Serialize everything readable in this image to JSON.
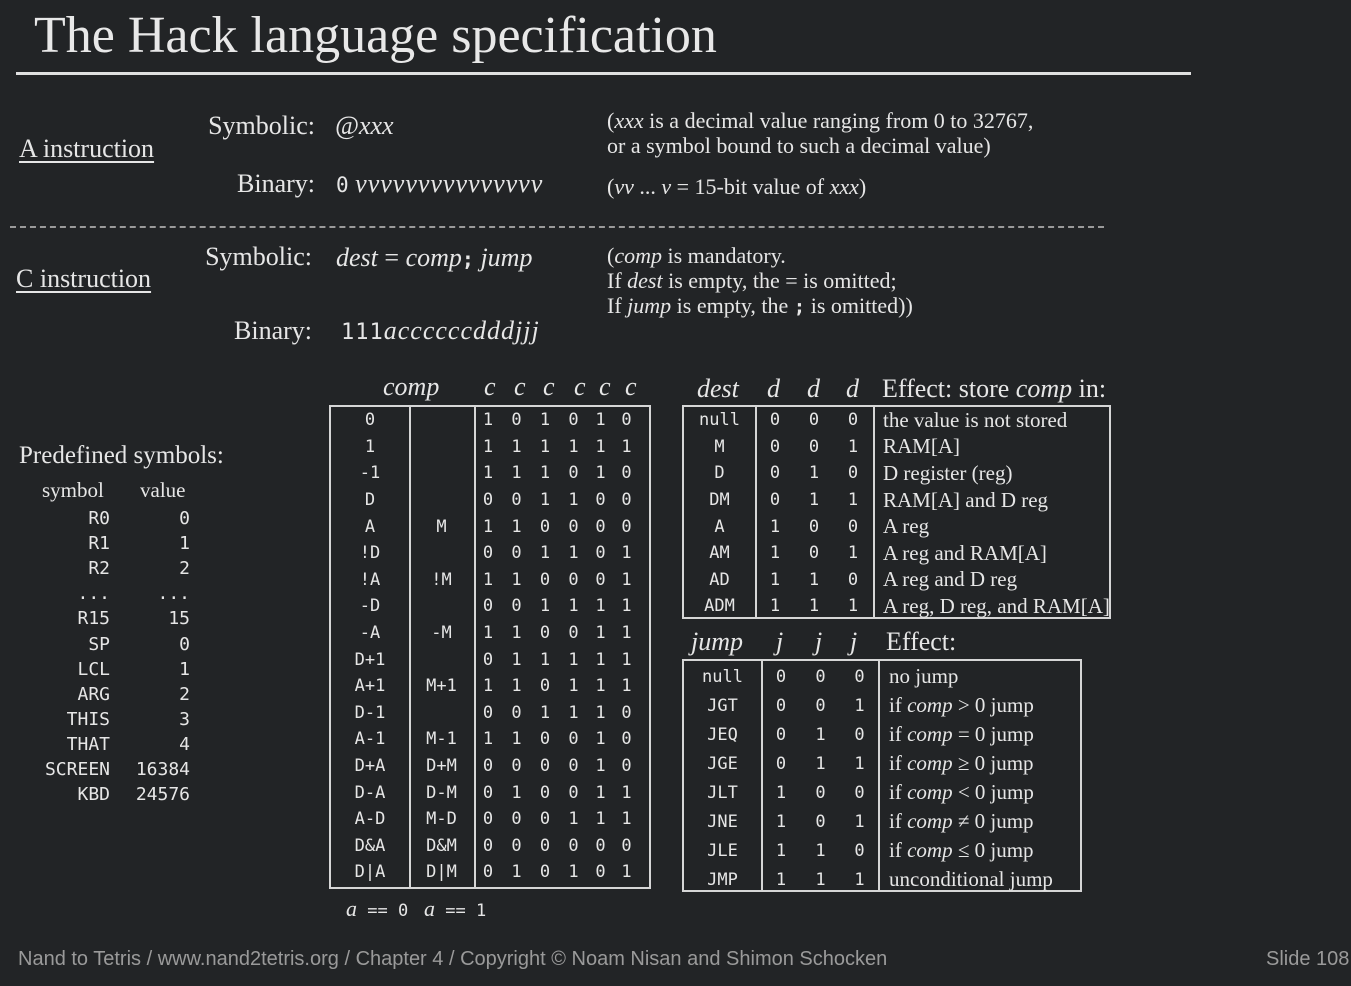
{
  "title": "The Hack language specification",
  "a_instruction": {
    "heading": "A instruction",
    "symbolic_label": "Symbolic:",
    "symbolic_value": "@xxx",
    "binary_label": "Binary:",
    "binary_prefix": "0",
    "binary_value": "vvvvvvvvvvvvvvv",
    "note1_a": "xxx",
    "note1_b": " is a decimal value ranging from 0 to 32767,",
    "note2": "or a symbol bound to such a decimal value)",
    "note3_a": "vv",
    "note3_b": " ... ",
    "note3_c": "v",
    "note3_d": " = 15-bit value of ",
    "note3_e": "xxx"
  },
  "c_instruction": {
    "heading": "C instruction",
    "symbolic_label": "Symbolic:",
    "sym_dest": "dest",
    "sym_eq": " = ",
    "sym_comp": "comp",
    "sym_semi": ";",
    "sym_jump": "jump",
    "binary_label": "Binary:",
    "binary_prefix": "111",
    "binary_value": "accccccdddjjj",
    "note1_a": "comp",
    "note1_b": " is mandatory.",
    "note2_a": "If ",
    "note2_b": "dest",
    "note2_c": " is empty, the = is omitted;",
    "note3_a": "If ",
    "note3_b": "jump",
    "note3_c": " is empty, the ",
    "note3_d": ";",
    "note3_e": " is omitted)"
  },
  "predefined": {
    "heading": "Predefined symbols:",
    "col_symbol": "symbol",
    "col_value": "value",
    "rows": [
      [
        "R0",
        "0"
      ],
      [
        "R1",
        "1"
      ],
      [
        "R2",
        "2"
      ],
      [
        "...",
        "..."
      ],
      [
        "R15",
        "15"
      ],
      [
        "SP",
        "0"
      ],
      [
        "LCL",
        "1"
      ],
      [
        "ARG",
        "2"
      ],
      [
        "THIS",
        "3"
      ],
      [
        "THAT",
        "4"
      ],
      [
        "SCREEN",
        "16384"
      ],
      [
        "KBD",
        "24576"
      ]
    ]
  },
  "comp_table": {
    "head_comp": "comp",
    "head_c": [
      "c",
      "c",
      "c",
      "c",
      "c",
      "c"
    ],
    "rows": [
      [
        "0",
        "",
        "1",
        "0",
        "1",
        "0",
        "1",
        "0"
      ],
      [
        "1",
        "",
        "1",
        "1",
        "1",
        "1",
        "1",
        "1"
      ],
      [
        "-1",
        "",
        "1",
        "1",
        "1",
        "0",
        "1",
        "0"
      ],
      [
        "D",
        "",
        "0",
        "0",
        "1",
        "1",
        "0",
        "0"
      ],
      [
        "A",
        "M",
        "1",
        "1",
        "0",
        "0",
        "0",
        "0"
      ],
      [
        "!D",
        "",
        "0",
        "0",
        "1",
        "1",
        "0",
        "1"
      ],
      [
        "!A",
        "!M",
        "1",
        "1",
        "0",
        "0",
        "0",
        "1"
      ],
      [
        "-D",
        "",
        "0",
        "0",
        "1",
        "1",
        "1",
        "1"
      ],
      [
        "-A",
        "-M",
        "1",
        "1",
        "0",
        "0",
        "1",
        "1"
      ],
      [
        "D+1",
        "",
        "0",
        "1",
        "1",
        "1",
        "1",
        "1"
      ],
      [
        "A+1",
        "M+1",
        "1",
        "1",
        "0",
        "1",
        "1",
        "1"
      ],
      [
        "D-1",
        "",
        "0",
        "0",
        "1",
        "1",
        "1",
        "0"
      ],
      [
        "A-1",
        "M-1",
        "1",
        "1",
        "0",
        "0",
        "1",
        "0"
      ],
      [
        "D+A",
        "D+M",
        "0",
        "0",
        "0",
        "0",
        "1",
        "0"
      ],
      [
        "D-A",
        "D-M",
        "0",
        "1",
        "0",
        "0",
        "1",
        "1"
      ],
      [
        "A-D",
        "M-D",
        "0",
        "0",
        "0",
        "1",
        "1",
        "1"
      ],
      [
        "D&A",
        "D&M",
        "0",
        "0",
        "0",
        "0",
        "0",
        "0"
      ],
      [
        "D|A",
        "D|M",
        "0",
        "1",
        "0",
        "1",
        "0",
        "1"
      ]
    ],
    "foot_a0_letter": "a",
    "foot_a0_rest": " == 0",
    "foot_a1_letter": "a",
    "foot_a1_rest": " == 1"
  },
  "dest_table": {
    "head_dest": "dest",
    "head_d": [
      "d",
      "d",
      "d"
    ],
    "head_effect_a": "Effect: store ",
    "head_effect_b": "comp",
    "head_effect_c": " in:",
    "rows": [
      [
        "null",
        "0",
        "0",
        "0",
        "the value is not stored"
      ],
      [
        "M",
        "0",
        "0",
        "1",
        "RAM[A]"
      ],
      [
        "D",
        "0",
        "1",
        "0",
        "D register (reg)"
      ],
      [
        "DM",
        "0",
        "1",
        "1",
        "RAM[A] and D reg"
      ],
      [
        "A",
        "1",
        "0",
        "0",
        "A reg"
      ],
      [
        "AM",
        "1",
        "0",
        "1",
        "A reg and RAM[A]"
      ],
      [
        "AD",
        "1",
        "1",
        "0",
        "A reg and D reg"
      ],
      [
        "ADM",
        "1",
        "1",
        "1",
        "A reg, D reg, and RAM[A]"
      ]
    ]
  },
  "jump_table": {
    "head_jump": "jump",
    "head_j": [
      "j",
      "j",
      "j"
    ],
    "head_effect": "Effect:",
    "rows": [
      [
        "null",
        "0",
        "0",
        "0",
        "no jump"
      ],
      [
        "JGT",
        "0",
        "0",
        "1",
        "if comp > 0 jump"
      ],
      [
        "JEQ",
        "0",
        "1",
        "0",
        "if comp = 0 jump"
      ],
      [
        "JGE",
        "0",
        "1",
        "1",
        "if comp ≥ 0 jump"
      ],
      [
        "JLT",
        "1",
        "0",
        "0",
        "if comp < 0 jump"
      ],
      [
        "JNE",
        "1",
        "0",
        "1",
        "if comp ≠ 0 jump"
      ],
      [
        "JLE",
        "1",
        "1",
        "0",
        "if comp ≤ 0 jump"
      ],
      [
        "JMP",
        "1",
        "1",
        "1",
        "unconditional jump"
      ]
    ]
  },
  "footer": "Nand to Tetris / www.nand2tetris.org / Chapter 4 / Copyright © Noam Nisan and Shimon Schocken",
  "slide_number": "Slide 108"
}
